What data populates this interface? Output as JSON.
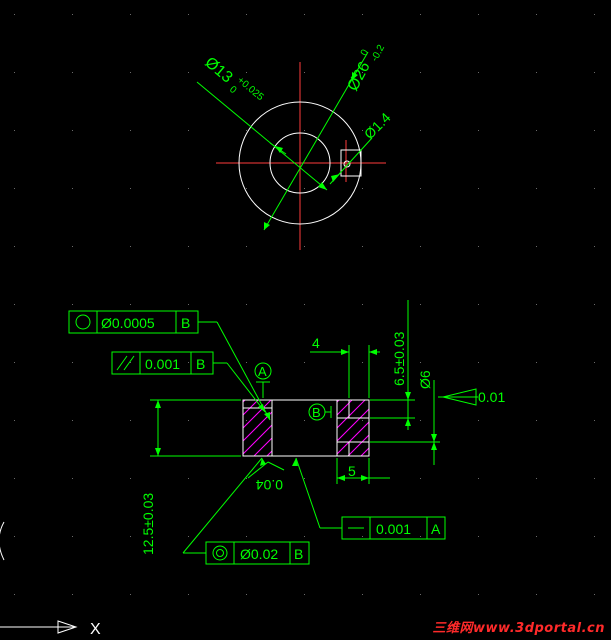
{
  "colors": {
    "background": "#000000",
    "dimension": "#00ff00",
    "outline": "#ffffff",
    "centerline": "#ff3b3b",
    "hatch": "#ff00ff",
    "grid_dot": "#6a6a6a",
    "watermark": "#ff2a2a"
  },
  "top_view": {
    "dia_bore": "Ø13",
    "dia_bore_tol_upper": "+0.025",
    "dia_bore_tol_lower": "0",
    "dia_outer": "Ø26",
    "dia_outer_tol_upper": "0",
    "dia_outer_tol_lower": "-0.2",
    "dia_pin": "Ø1.4"
  },
  "section_view": {
    "dim_4": "4",
    "dim_6_5": "6.5±0.03",
    "dim_6": "Ø6",
    "dim_5": "5",
    "dim_12_5": "12.5±0.03",
    "dim_0_04": "0.04",
    "datum_a": "A",
    "datum_b": "B",
    "taper_value": "0.01"
  },
  "gdt": {
    "circularity": {
      "value": "Ø0.0005",
      "datum": "B"
    },
    "parallelism": {
      "value": "0.001",
      "datum": "B"
    },
    "flatness": {
      "value": "0.001",
      "datum": "A"
    },
    "concentricity": {
      "value": "Ø0.02",
      "datum": "B"
    }
  },
  "ucs": {
    "x_label": "X"
  },
  "watermark": "三维网www.3dportal.cn"
}
